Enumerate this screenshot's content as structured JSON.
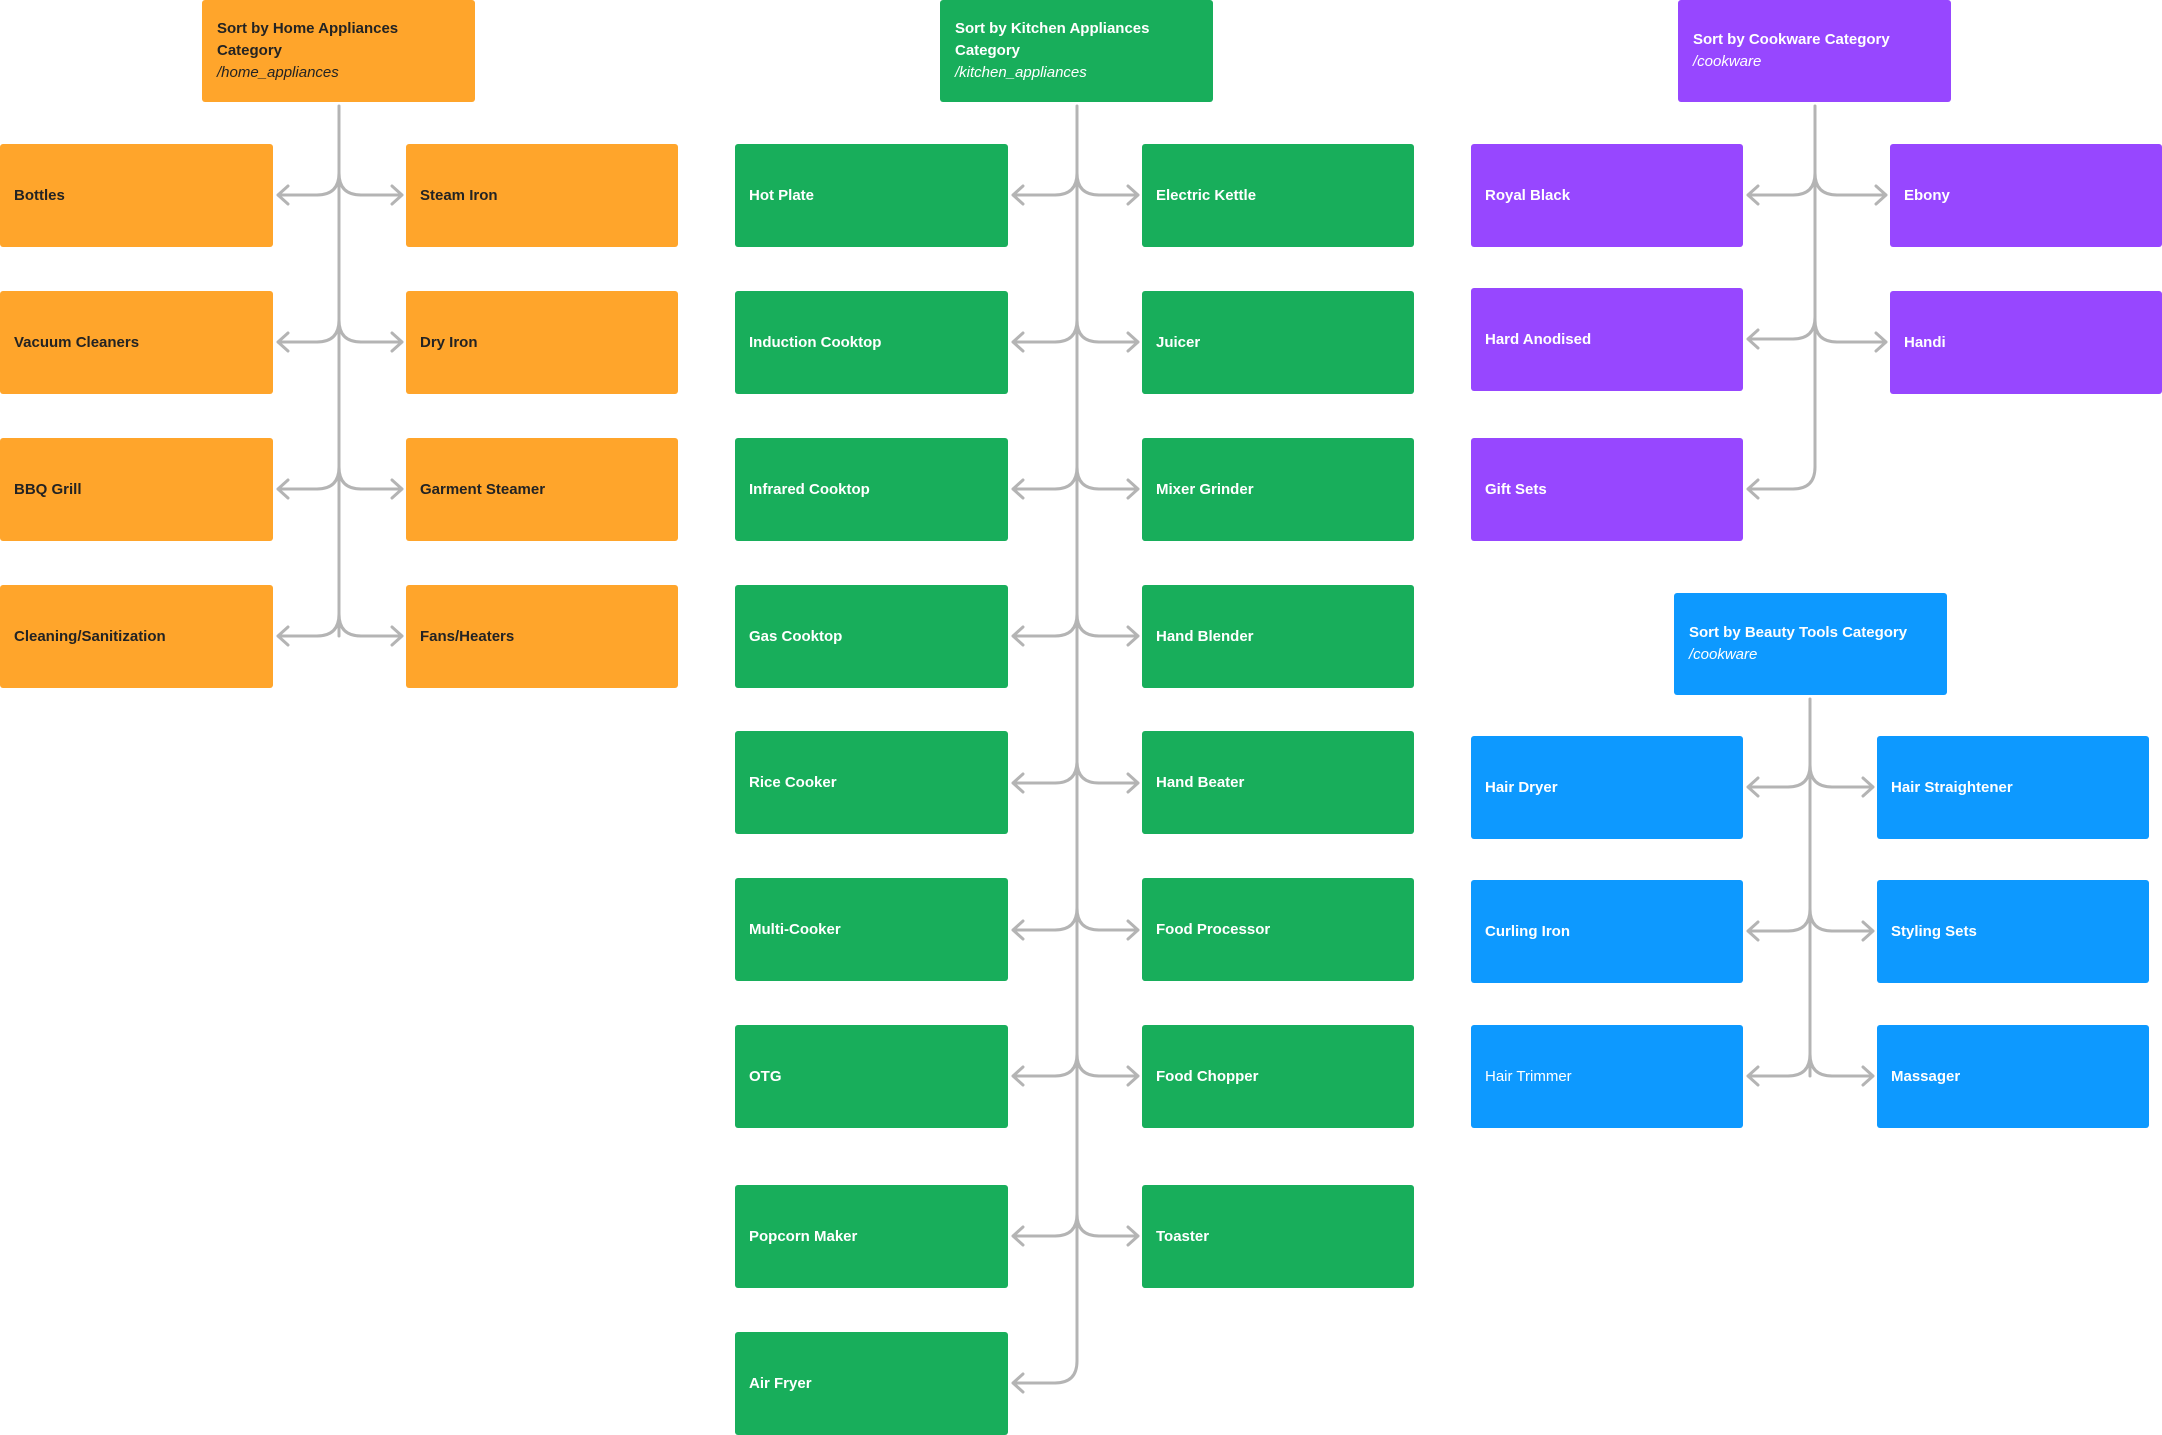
{
  "groups": [
    {
      "id": "home",
      "title": "Sort by Home Appliances Category",
      "path": "/home_appliances",
      "color": "#ffa52b",
      "text_color": "#232323",
      "left_items": [
        "Bottles",
        "Vacuum Cleaners",
        "BBQ Grill",
        "Cleaning/Sanitization"
      ],
      "right_items": [
        "Steam Iron",
        "Dry Iron",
        "Garment Steamer",
        "Fans/Heaters"
      ]
    },
    {
      "id": "kitchen",
      "title": "Sort by Kitchen Appliances Category",
      "path": "/kitchen_appliances",
      "color": "#18ae5b",
      "text_color": "#ffffff",
      "left_items": [
        "Hot Plate",
        "Induction Cooktop",
        "Infrared Cooktop",
        "Gas Cooktop",
        "Rice Cooker",
        "Multi-Cooker",
        "OTG",
        "Popcorn Maker",
        "Air Fryer"
      ],
      "right_items": [
        "Electric Kettle",
        "Juicer",
        "Mixer Grinder",
        "Hand Blender",
        "Hand Beater",
        "Food Processor",
        "Food Chopper",
        "Toaster"
      ]
    },
    {
      "id": "cookware",
      "title": "Sort by Cookware Category",
      "path": "/cookware",
      "color": "#9747ff",
      "text_color": "#ffffff",
      "left_items": [
        "Royal Black",
        "Hard Anodised",
        "Gift Sets"
      ],
      "right_items": [
        "Ebony",
        "Handi"
      ]
    },
    {
      "id": "beauty",
      "title": "Sort by Beauty Tools Category",
      "path": "/cookware",
      "color": "#0d99ff",
      "text_color": "#ffffff",
      "left_items": [
        "Hair Dryer",
        "Curling Iron",
        "Hair Trimmer"
      ],
      "right_items": [
        "Hair Straightener",
        "Styling Sets",
        "Massager"
      ]
    }
  ]
}
